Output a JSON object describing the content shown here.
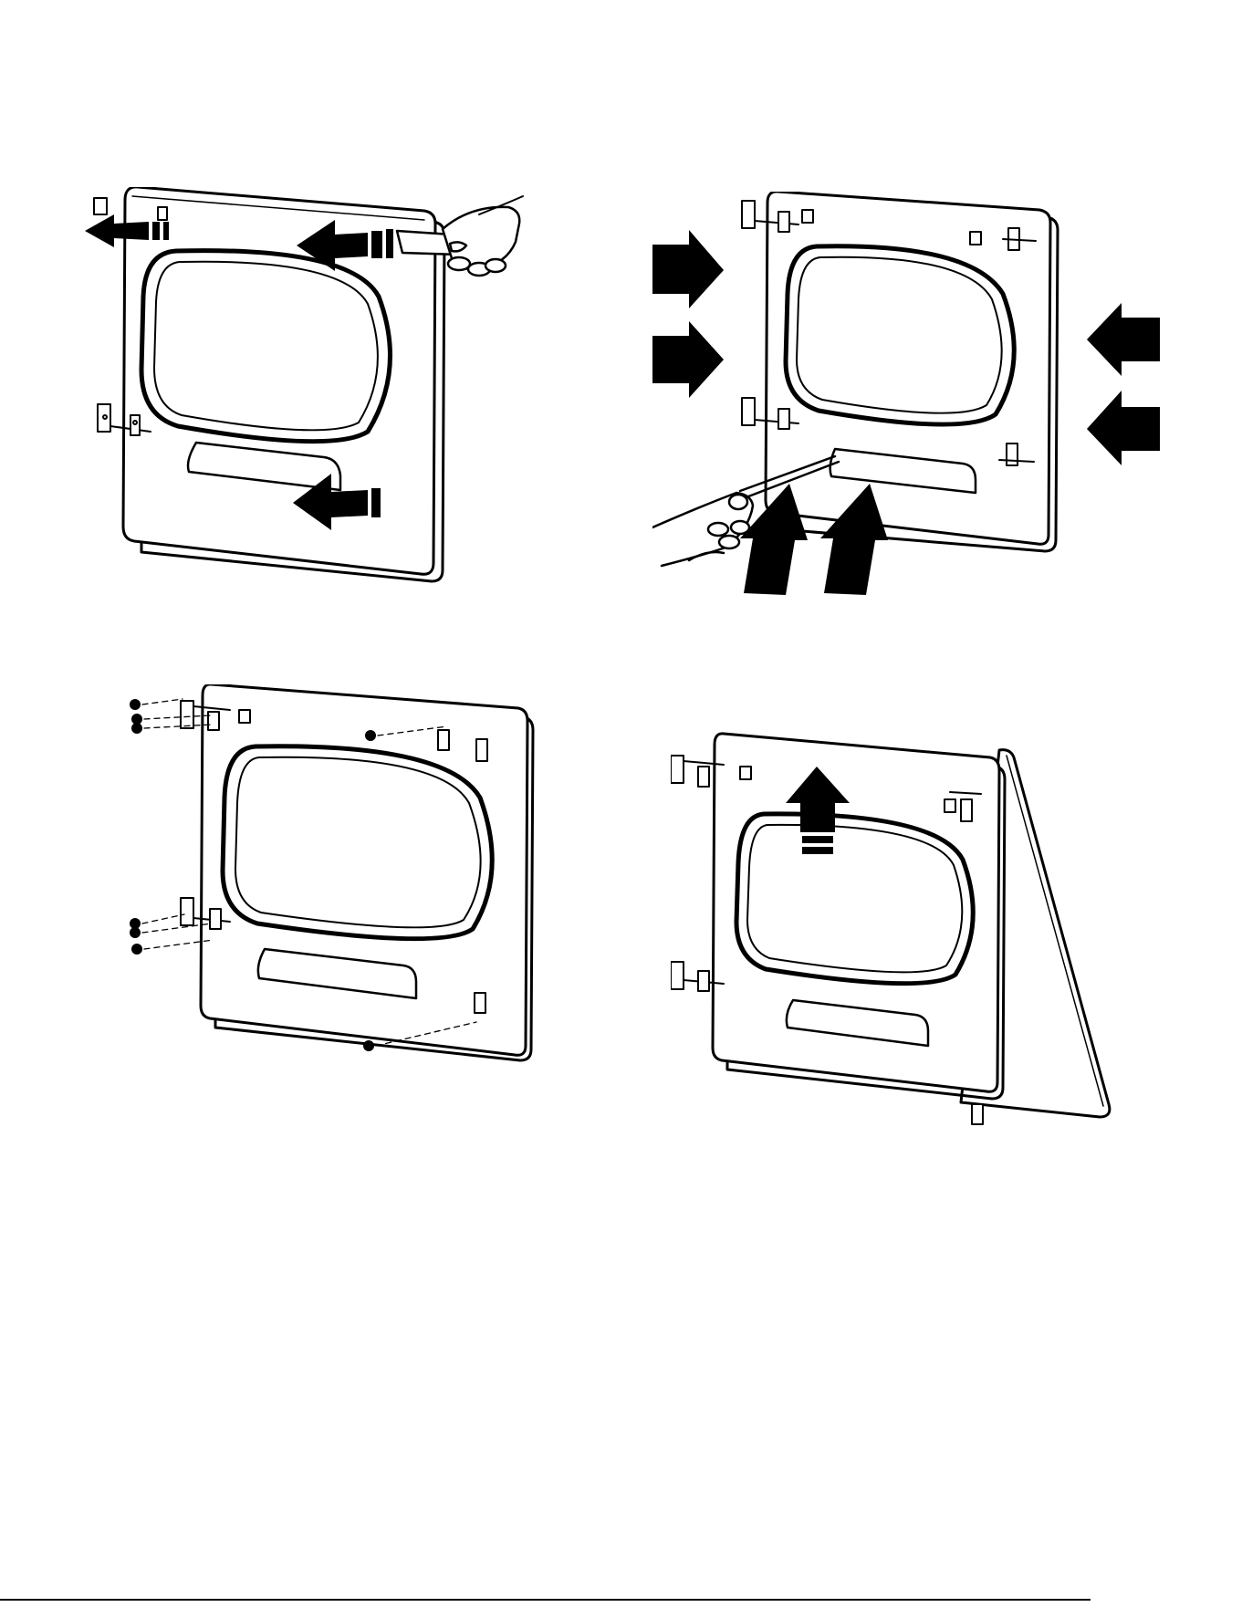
{
  "figure": {
    "panels": [
      {
        "id": "step-1",
        "arrows": [
          "arrow-left",
          "arrow-left",
          "arrow-left"
        ],
        "icons": [
          "hand-icon",
          "putty-knife-icon"
        ]
      },
      {
        "id": "step-2",
        "arrows": [
          "arrow-right",
          "arrow-right",
          "arrow-left",
          "arrow-left",
          "arrow-up",
          "arrow-up"
        ],
        "icons": [
          "hand-icon",
          "screwdriver-icon"
        ]
      },
      {
        "id": "step-3",
        "icons": [
          "screw-icon",
          "hinge-bracket-icon"
        ]
      },
      {
        "id": "step-4",
        "arrows": [
          "arrow-up"
        ],
        "icons": [
          "door-icon"
        ]
      }
    ],
    "colors": {
      "line": "#000000",
      "background": "#ffffff"
    }
  },
  "footer": {
    "mark": "  "
  }
}
